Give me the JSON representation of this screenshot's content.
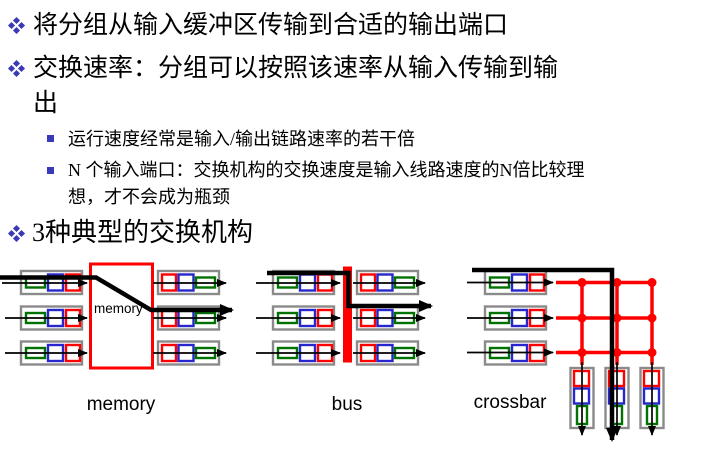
{
  "colors": {
    "accent": "#3a3ab8",
    "red": "#ff0000",
    "blue": "#2626cc",
    "green": "#007200",
    "gray": "#8a8a8a",
    "text": "#000000",
    "background": "#ffffff"
  },
  "bullets": [
    {
      "marker_icon": "diamond-cluster",
      "lines": [
        "将分组从输入缓冲区传输到合适的输出端口"
      ]
    },
    {
      "marker_icon": "diamond-cluster",
      "lines": [
        "交换速率：分组可以按照该速率从输入传输到输",
        "出"
      ]
    }
  ],
  "sub_bullets": [
    {
      "marker_icon": "small-square",
      "lines": [
        "运行速度经常是输入/输出链路速率的若干倍"
      ]
    },
    {
      "marker_icon": "small-square",
      "lines": [
        "N 个输入端口：交换机构的交换速度是输入线路速度的N倍比较理",
        "想，才不会成为瓶颈"
      ]
    }
  ],
  "heading": {
    "marker_icon": "diamond-cluster",
    "text": "3种典型的交换机构"
  },
  "diagrams": {
    "memory": {
      "label": "memory",
      "box_label": "memory"
    },
    "bus": {
      "label": "bus"
    },
    "crossbar": {
      "label": "crossbar"
    }
  }
}
